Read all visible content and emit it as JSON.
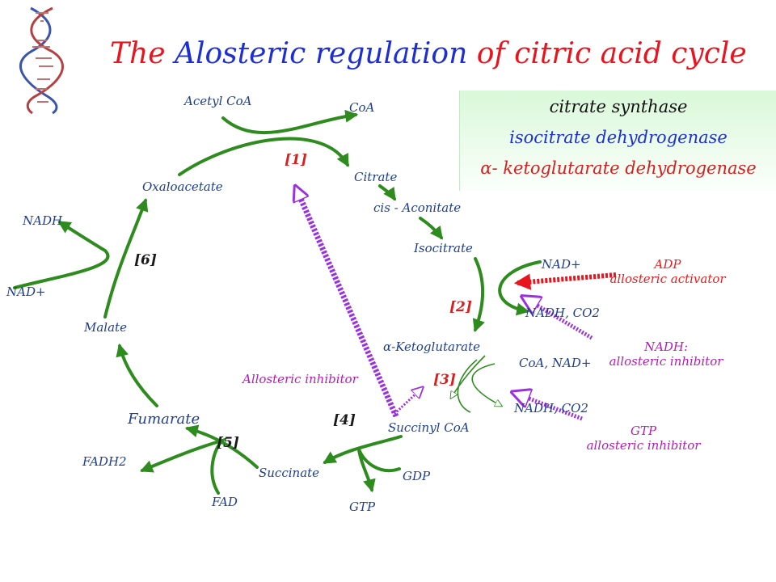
{
  "title": {
    "part1": "The ",
    "part2": "Alosteric regulation ",
    "part3": "of citric acid cycle"
  },
  "enzymes": [
    "citrate synthase",
    "isocitrate dehydrogenase",
    "α- ketoglutarate dehydrogenase"
  ],
  "metabolites": {
    "acetyl_coa": "Acetyl CoA",
    "coa": "CoA",
    "citrate": "Citrate",
    "cis_aconitate": "cis - Aconitate",
    "isocitrate": "Isocitrate",
    "ketoglutarate": "α-Ketoglutarate",
    "succinyl_coa": "Succinyl CoA",
    "succinate": "Succinate",
    "fumarate": "Fumarate",
    "malate": "Malate",
    "oxaloacetate": "Oxaloacetate"
  },
  "cofactors": {
    "nadh_left": "NADH",
    "nad_left": "NAD+",
    "nad_right": "NAD+",
    "nadh_co2_1": "NADH, CO2",
    "coa_nad": "CoA, NAD+",
    "nadh_co2_2": "NADH, CO2",
    "gdp": "GDP",
    "gtp": "GTP",
    "fadh2": "FADH2",
    "fad": "FAD"
  },
  "steps": [
    "[1]",
    "[2]",
    "[3]",
    "[4]",
    "[5]",
    "[6]"
  ],
  "regulators": {
    "allosteric_inhibitor": "Allosteric  inhibitor",
    "adp_name": "ADP",
    "adp_role": "allosteric activator",
    "nadh_name": "NADH:",
    "nadh_role": "allosteric inhibitor",
    "gtp_name": "GTP",
    "gtp_role": "allosteric inhibitor"
  },
  "colors": {
    "pathway": "#2e8b1e",
    "title_red": "#e8141e",
    "title_blue": "#1e2fd2",
    "inhibitor": "#9b30e0",
    "activator": "#e8141e",
    "metabolite_text": "#1f3e8f"
  }
}
